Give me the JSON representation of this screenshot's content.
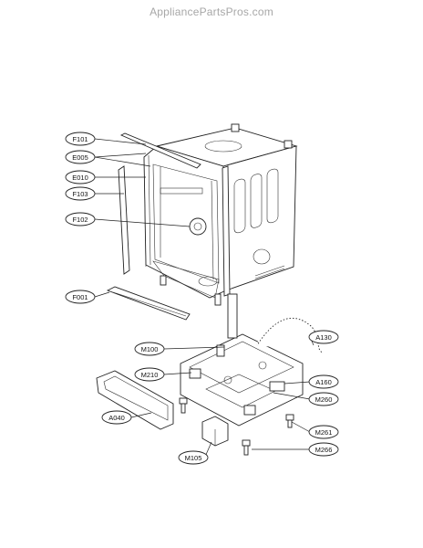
{
  "watermark": "AppliancePartsPros.com",
  "labels": [
    {
      "id": "f101",
      "text": "F101"
    },
    {
      "id": "e005",
      "text": "E005"
    },
    {
      "id": "e010",
      "text": "E010"
    },
    {
      "id": "f103",
      "text": "F103"
    },
    {
      "id": "f102",
      "text": "F102"
    },
    {
      "id": "f001",
      "text": "F001"
    },
    {
      "id": "m100",
      "text": "M100"
    },
    {
      "id": "m210",
      "text": "M210"
    },
    {
      "id": "a040",
      "text": "A040"
    },
    {
      "id": "m105",
      "text": "M105"
    },
    {
      "id": "a130",
      "text": "A130"
    },
    {
      "id": "a160",
      "text": "A160"
    },
    {
      "id": "m260",
      "text": "M260"
    },
    {
      "id": "m261",
      "text": "M261"
    },
    {
      "id": "m266",
      "text": "M266"
    }
  ]
}
